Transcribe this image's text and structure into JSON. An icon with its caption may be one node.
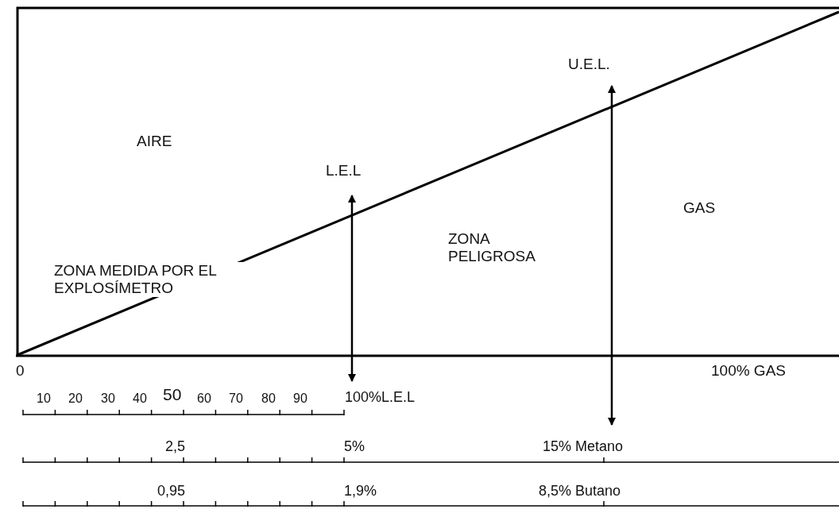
{
  "diagram": {
    "labels": [
      "U.E.L.",
      "AIRE",
      "L.E.L",
      "GAS",
      "ZONA PELIGROSA",
      "ZONA MEDIDA POR EL EXPLOSÍMETRO",
      "0",
      "100% GAS",
      "10",
      "20",
      "30",
      "40",
      "50",
      "60",
      "70",
      "80",
      "90",
      "100%L.E.L",
      "2,5",
      "5%",
      "15% Metano",
      "0,95",
      "1,9%",
      "8,5% Butano"
    ]
  }
}
